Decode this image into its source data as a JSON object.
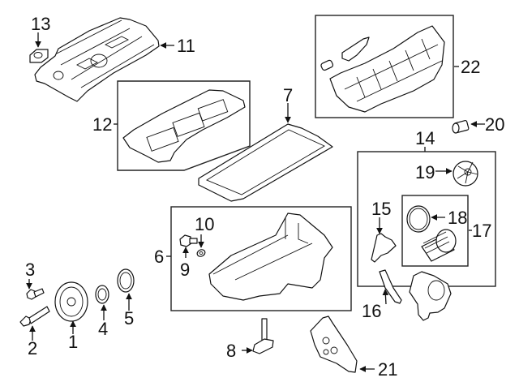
{
  "diagram": {
    "type": "exploded-parts-diagram",
    "subject": "Engine parts: valve cover, oil pan, intake manifold, oil filter housing",
    "callouts": [
      {
        "id": "1",
        "part": "crankshaft-pulley"
      },
      {
        "id": "2",
        "part": "pulley-bolt"
      },
      {
        "id": "3",
        "part": "pulley-bolt-small"
      },
      {
        "id": "4",
        "part": "front-seal"
      },
      {
        "id": "5",
        "part": "rear-seal"
      },
      {
        "id": "6",
        "part": "oil-pan-assembly"
      },
      {
        "id": "7",
        "part": "oil-pan-gasket"
      },
      {
        "id": "8",
        "part": "oil-level-sensor"
      },
      {
        "id": "9",
        "part": "drain-plug"
      },
      {
        "id": "10",
        "part": "drain-plug-washer"
      },
      {
        "id": "11",
        "part": "valve-cover"
      },
      {
        "id": "12",
        "part": "valve-cover-gasket-set"
      },
      {
        "id": "13",
        "part": "oil-filler-cap-seal"
      },
      {
        "id": "14",
        "part": "oil-filter-housing-assembly"
      },
      {
        "id": "15",
        "part": "housing-gasket"
      },
      {
        "id": "16",
        "part": "housing-seal"
      },
      {
        "id": "17",
        "part": "oil-filter-kit"
      },
      {
        "id": "18",
        "part": "filter-o-ring"
      },
      {
        "id": "19",
        "part": "filter-cap"
      },
      {
        "id": "20",
        "part": "sensor"
      },
      {
        "id": "21",
        "part": "cover-bracket"
      },
      {
        "id": "22",
        "part": "intake-manifold"
      }
    ]
  },
  "labels": {
    "c1": "1",
    "c2": "2",
    "c3": "3",
    "c4": "4",
    "c5": "5",
    "c6": "6",
    "c7": "7",
    "c8": "8",
    "c9": "9",
    "c10": "10",
    "c11": "11",
    "c12": "12",
    "c13": "13",
    "c14": "14",
    "c15": "15",
    "c16": "16",
    "c17": "17",
    "c18": "18",
    "c19": "19",
    "c20": "20",
    "c21": "21",
    "c22": "22"
  }
}
